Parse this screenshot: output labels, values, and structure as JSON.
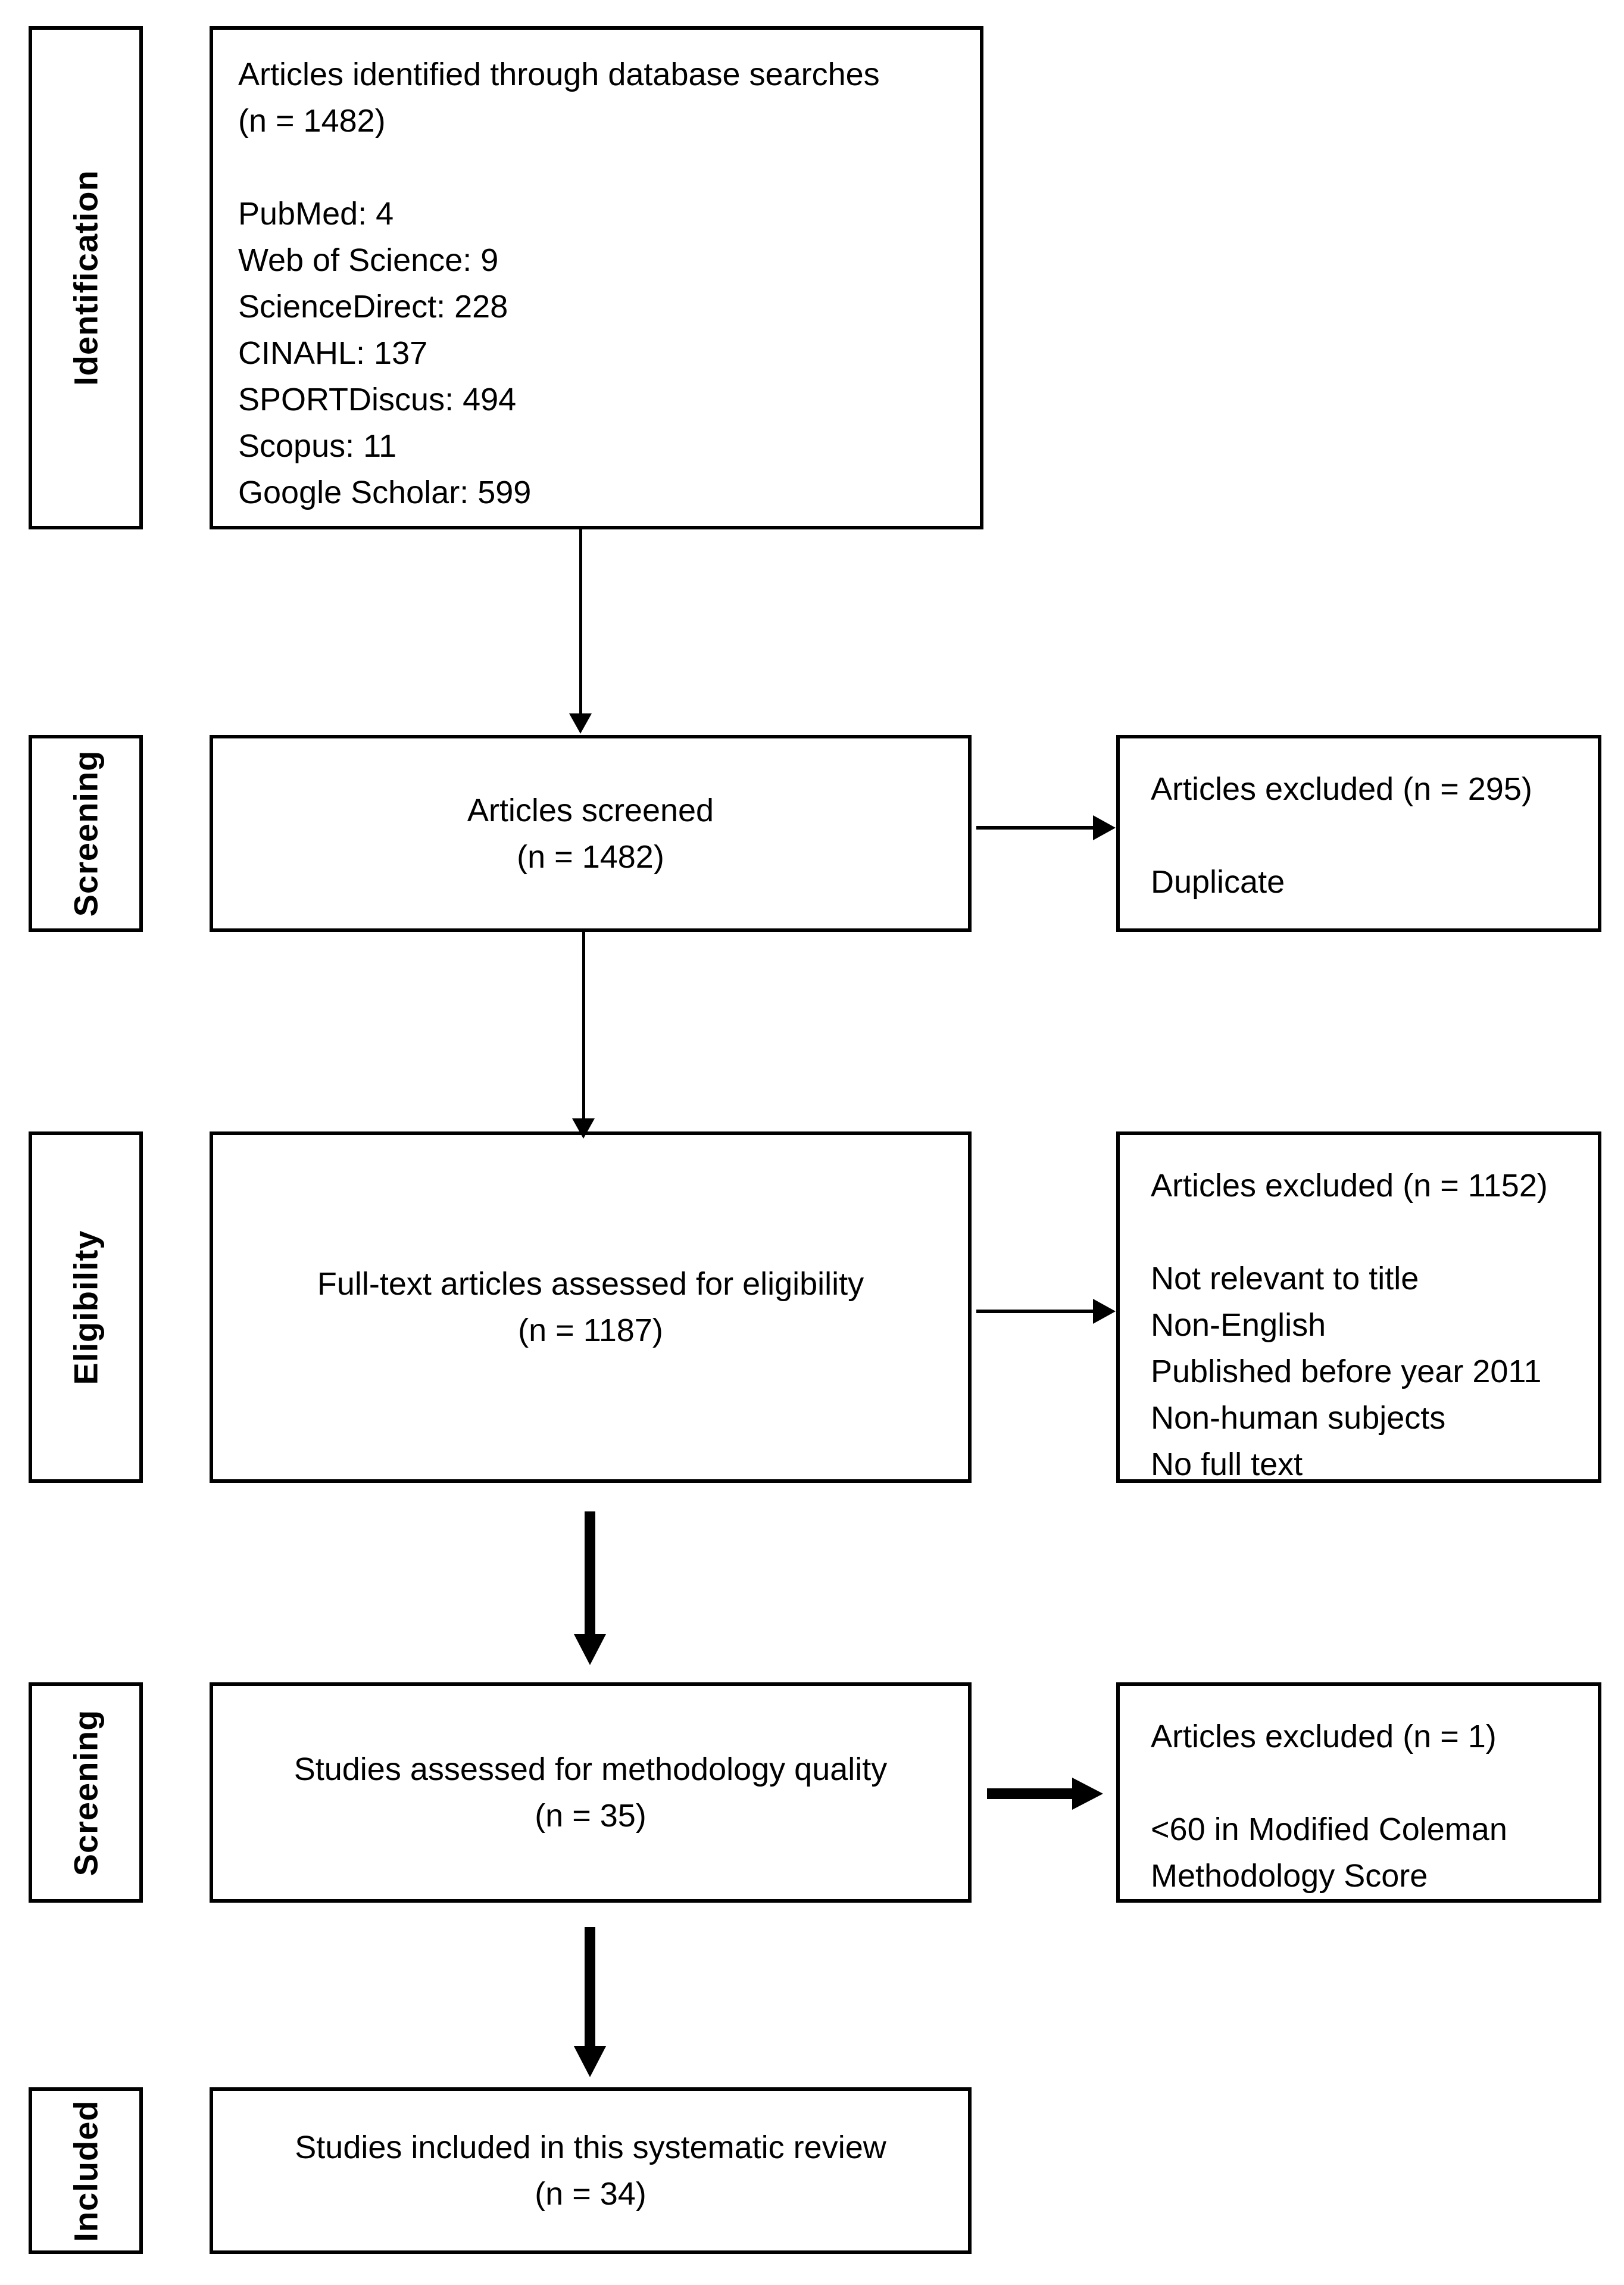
{
  "sidebar": {
    "labels": [
      "Identification",
      "Screening",
      "Eligibility",
      "Screening",
      "Included"
    ]
  },
  "flow": {
    "identified": {
      "lines": [
        "Articles identified through database searches",
        "(n = 1482)",
        "",
        "PubMed: 4",
        "Web of Science: 9",
        "ScienceDirect: 228",
        "CINAHL: 137",
        "SPORTDiscus: 494",
        "Scopus: 11",
        "Google Scholar: 599"
      ]
    },
    "screened": {
      "title": "Articles screened",
      "count": "(n = 1482)"
    },
    "fulltext": {
      "title": "Full-text articles assessed for eligibility",
      "count": "(n = 1187)"
    },
    "methodology": {
      "title": "Studies assessed for methodology quality",
      "count": "(n = 35)"
    },
    "included": {
      "title": "Studies included in this systematic review",
      "count": "(n = 34)"
    }
  },
  "exclusions": {
    "duplicates": {
      "header": "Articles excluded (n = 295)",
      "reasons": [
        "Duplicate"
      ]
    },
    "eligibility": {
      "header": "Articles excluded (n = 1152)",
      "reasons": [
        "Not relevant to title",
        "Non-English",
        "Published before year 2011",
        "Non-human subjects",
        "No full text"
      ]
    },
    "quality": {
      "header": "Articles excluded (n = 1)",
      "reasons": [
        "<60 in Modified Coleman",
        "Methodology Score"
      ]
    }
  },
  "colors": {
    "ink": "#000000",
    "background": "#ffffff"
  }
}
